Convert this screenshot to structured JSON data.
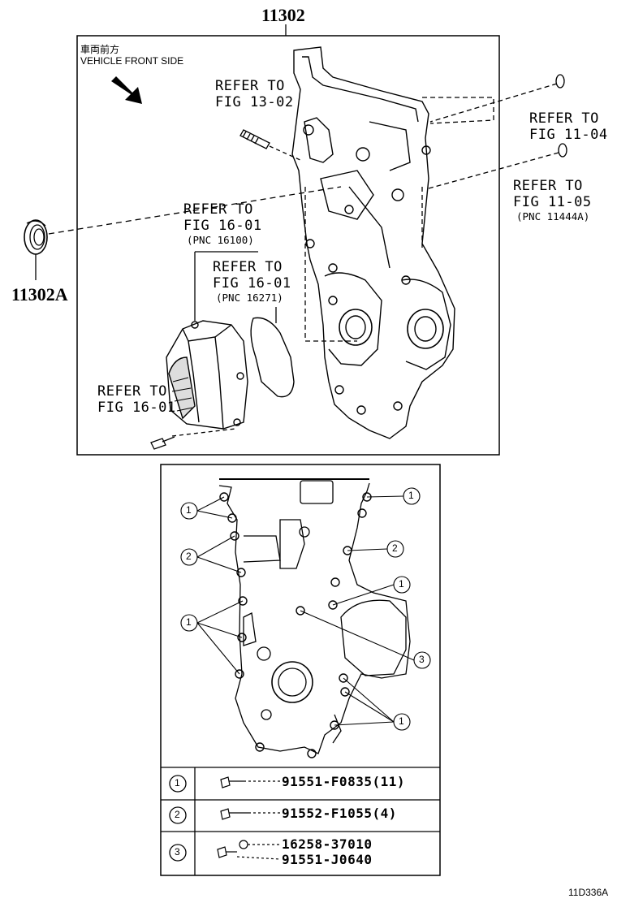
{
  "main_part_number": "11302",
  "seal_part_number": "11302A",
  "front_side_jp": "車両前方",
  "front_side_en": "VEHICLE FRONT SIDE",
  "callouts": {
    "fig13_02": [
      "REFER TO",
      "FIG 13-02"
    ],
    "fig11_04": [
      "REFER TO",
      "FIG 11-04"
    ],
    "fig11_05": [
      "REFER TO",
      "FIG 11-05",
      "(PNC 11444A)"
    ],
    "fig16_01_a": [
      "REFER TO",
      "FIG 16-01",
      "(PNC 16100)"
    ],
    "fig16_01_b": [
      "REFER TO",
      "FIG 16-01",
      "(PNC 16271)"
    ],
    "fig16_01_c": [
      "REFER TO",
      "FIG 16-01"
    ]
  },
  "bolt_markers": [
    "1",
    "2",
    "3"
  ],
  "parts_table": [
    {
      "key": "1",
      "parts": [
        "91551-F0835(11)"
      ]
    },
    {
      "key": "2",
      "parts": [
        "91552-F1055(4)"
      ]
    },
    {
      "key": "3",
      "parts": [
        "16258-37010",
        "91551-J0640"
      ]
    }
  ],
  "figure_code": "11D336A"
}
